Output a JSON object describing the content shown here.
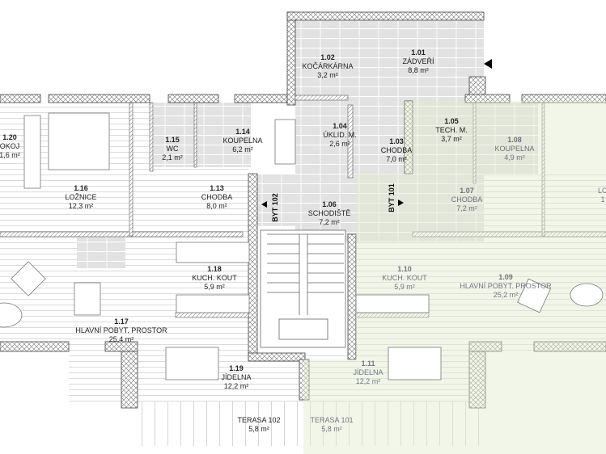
{
  "plan": {
    "colors": {
      "wall": "#555555",
      "tile_floor": "#e3e3e3",
      "apartment_101_tint": "#e8f0df",
      "wood_floor_lines": "#cfcfcf"
    },
    "entrance_arrow": "triangle-left-icon",
    "units": [
      {
        "label": "BYT 102"
      },
      {
        "label": "BYT 101"
      }
    ],
    "rooms": [
      {
        "num": "1.01",
        "name": "ZÁDVEŘÍ",
        "area": "8,8 m²"
      },
      {
        "num": "1.02",
        "name": "KOČÁRKÁRNA",
        "area": "3,2 m²"
      },
      {
        "num": "1.03",
        "name": "CHODBA",
        "area": "7,0 m²"
      },
      {
        "num": "1.04",
        "name": "ÚKLID. M.",
        "area": "2,6 m²"
      },
      {
        "num": "1.05",
        "name": "TECH. M.",
        "area": "3,7 m²"
      },
      {
        "num": "1.06",
        "name": "SCHODIŠTĚ",
        "area": "7,2 m²"
      },
      {
        "num": "1.07",
        "name": "CHODBA",
        "area": "7,2 m²"
      },
      {
        "num": "1.08",
        "name": "KOUPELNA",
        "area": "4,9 m²"
      },
      {
        "num": "1.09",
        "name": "HLAVNÍ POBYT. PROSTOR",
        "area": "25,2 m²"
      },
      {
        "num": "1.10",
        "name": "KUCH. KOUT",
        "area": "5,9 m²"
      },
      {
        "num": "1.11",
        "name": "JÍDELNA",
        "area": "12,2 m²"
      },
      {
        "num": "1.13",
        "name": "CHODBA",
        "area": "8,0 m²"
      },
      {
        "num": "1.14",
        "name": "KOUPELNA",
        "area": "6,2 m²"
      },
      {
        "num": "1.15",
        "name": "WC",
        "area": "2,1 m²"
      },
      {
        "num": "1.16",
        "name": "LOŽNICE",
        "area": "12,3 m²"
      },
      {
        "num": "1.17",
        "name": "HLAVNÍ POBYT. PROSTOR",
        "area": "25,4 m²"
      },
      {
        "num": "1.18",
        "name": "KUCH. KOUT",
        "area": "5,9 m²"
      },
      {
        "num": "1.19",
        "name": "JÍDELNA",
        "area": "12,2 m²"
      },
      {
        "num": "1.20",
        "name": "OKOJ",
        "area": "1,6 m²"
      },
      {
        "num": "",
        "name": "TERASA 102",
        "area": "5,8 m²"
      },
      {
        "num": "",
        "name": "TERASA 101",
        "area": "5,8 m²"
      },
      {
        "num": "",
        "name": "LO",
        "area": "1"
      }
    ]
  }
}
